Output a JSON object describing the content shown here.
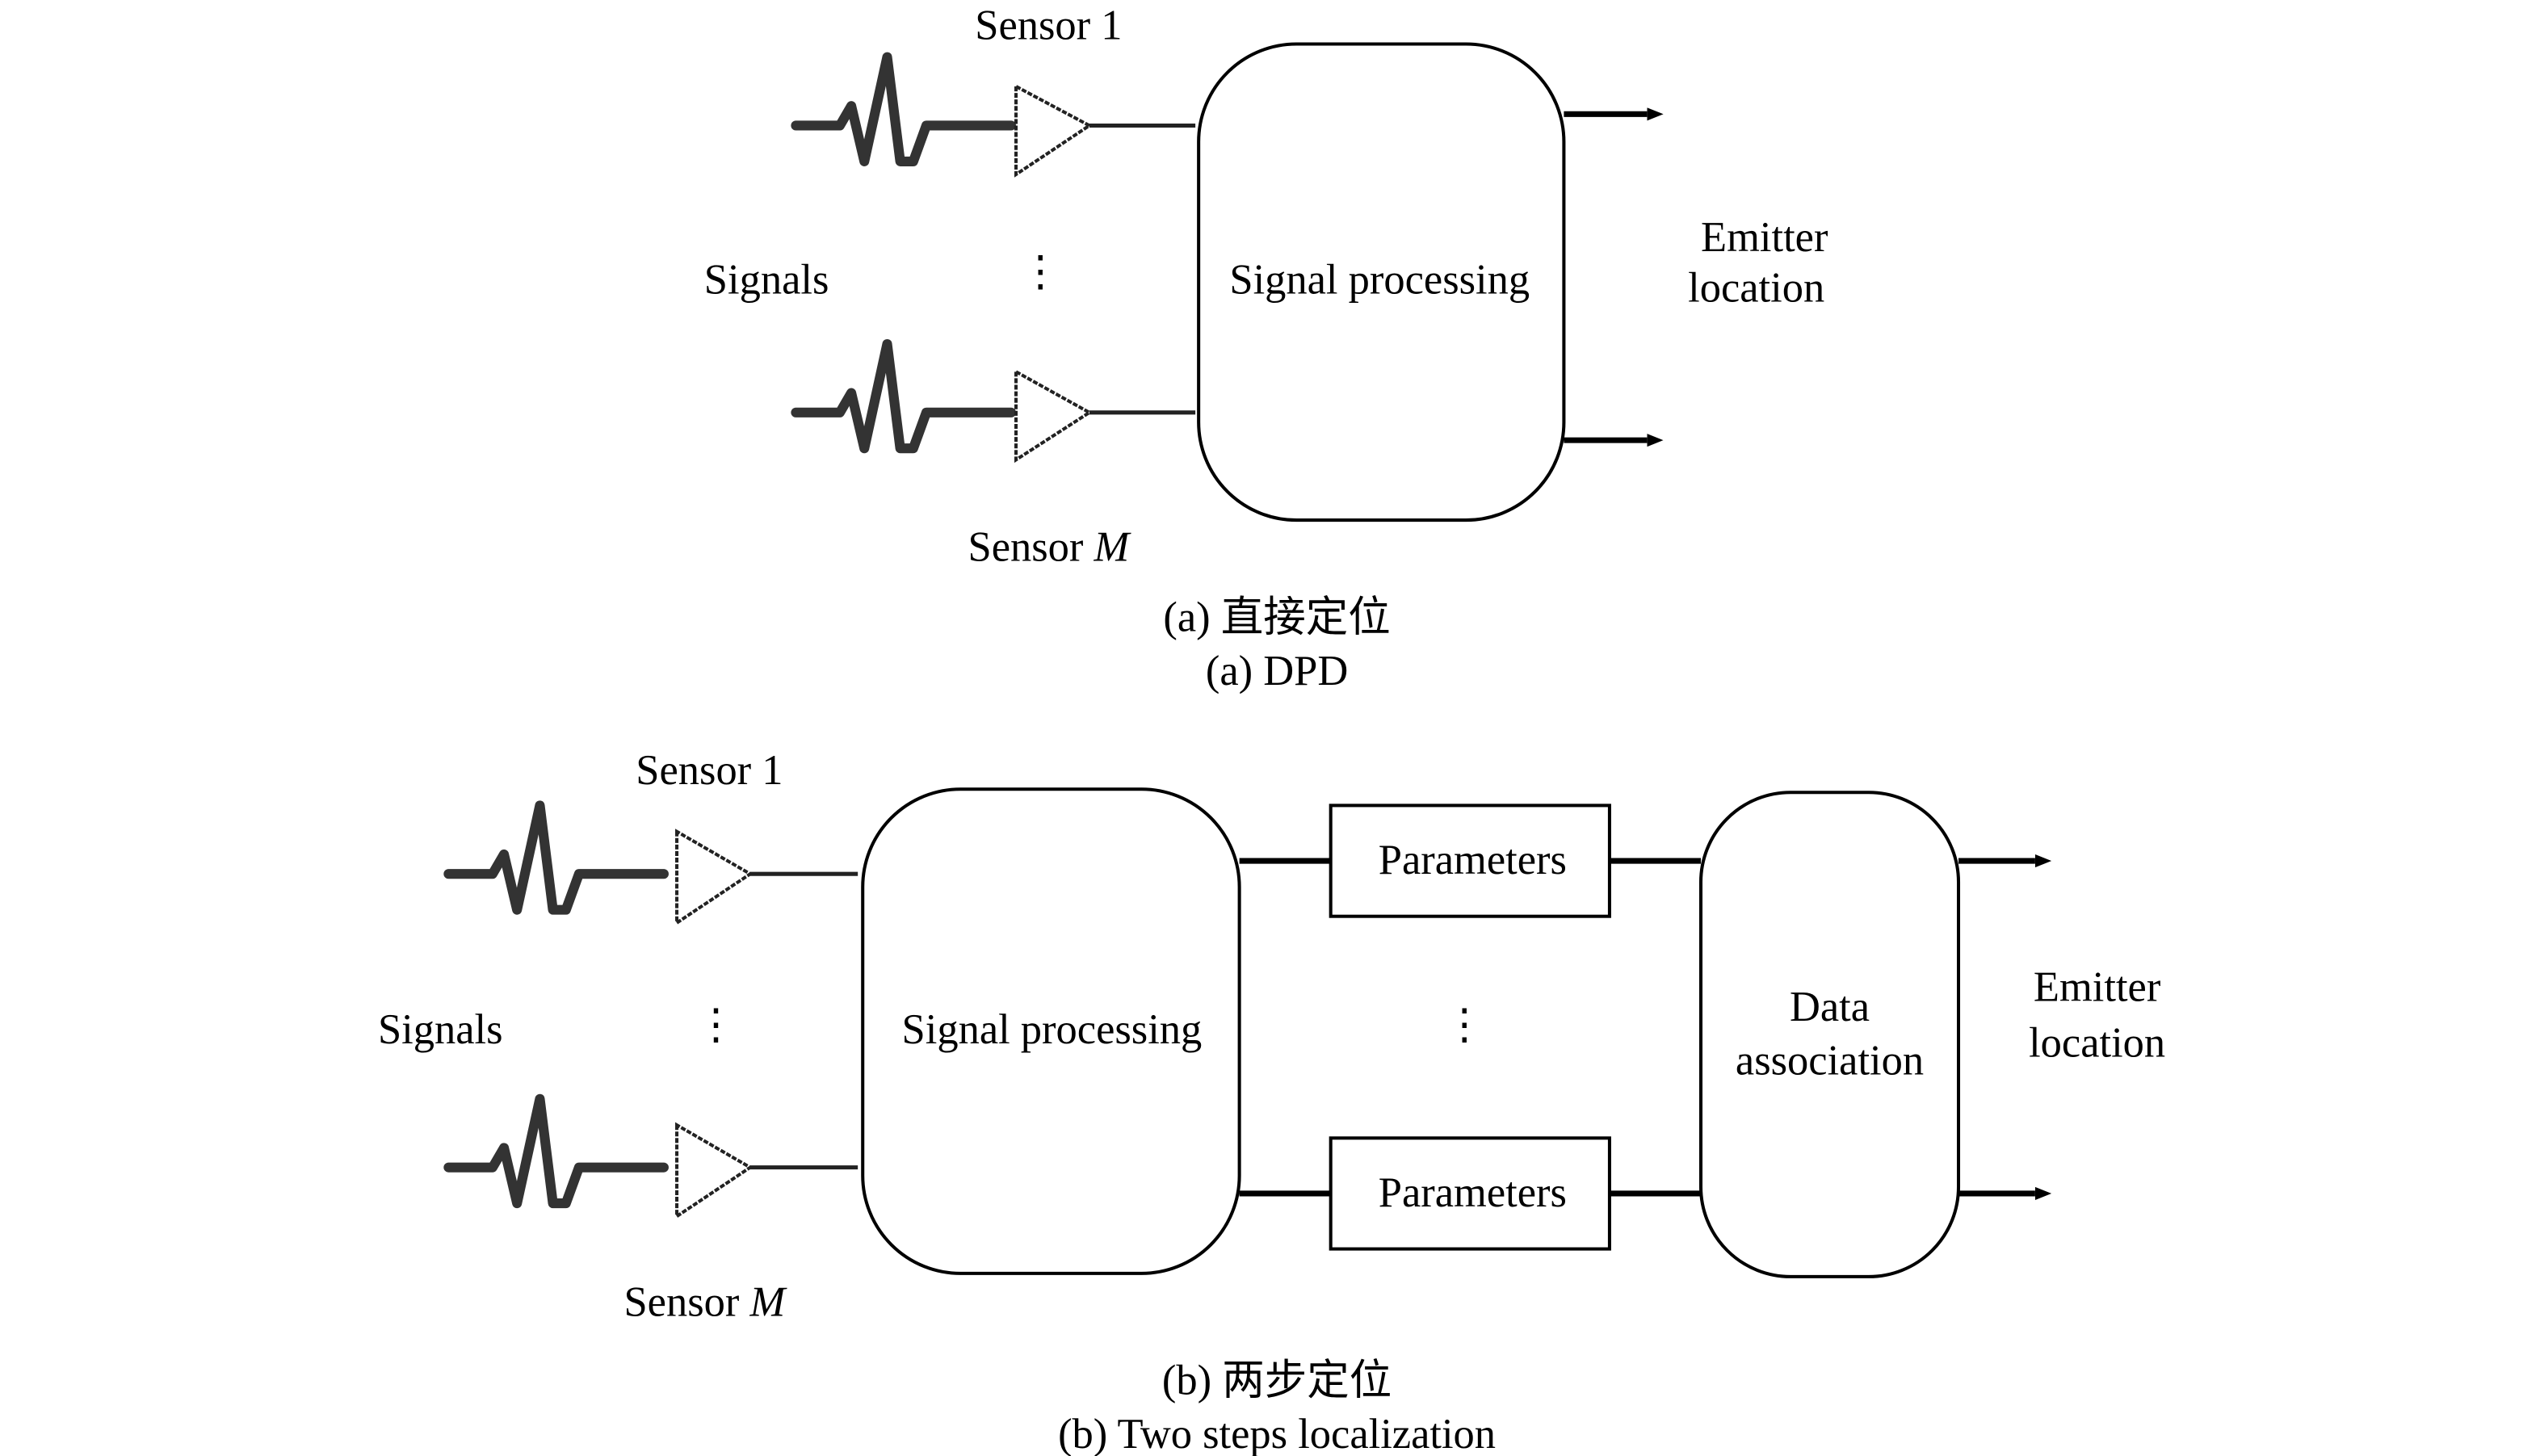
{
  "panel_a": {
    "sensor_first": "Sensor 1",
    "sensor_last_prefix": "Sensor ",
    "sensor_last_var": "M",
    "signals": "Signals",
    "vdots": "⋮",
    "processing": "Signal processing",
    "output_line1": "Emitter",
    "output_line2": "location",
    "caption_cn": "(a) 直接定位",
    "caption_en": "(a) DPD"
  },
  "panel_b": {
    "sensor_first": "Sensor 1",
    "sensor_last_prefix": "Sensor ",
    "sensor_last_var": "M",
    "signals": "Signals",
    "vdots": "⋮",
    "processing": "Signal processing",
    "parameters": [
      "Parameters",
      "Parameters"
    ],
    "association_line1": "Data",
    "association_line2": "association",
    "output_line1": "Emitter",
    "output_line2": "location",
    "caption_cn": "(b) 两步定位",
    "caption_en": "(b) Two steps localization"
  },
  "icons": {
    "signal": "waveform-icon",
    "sensor": "amplifier-triangle-icon"
  }
}
